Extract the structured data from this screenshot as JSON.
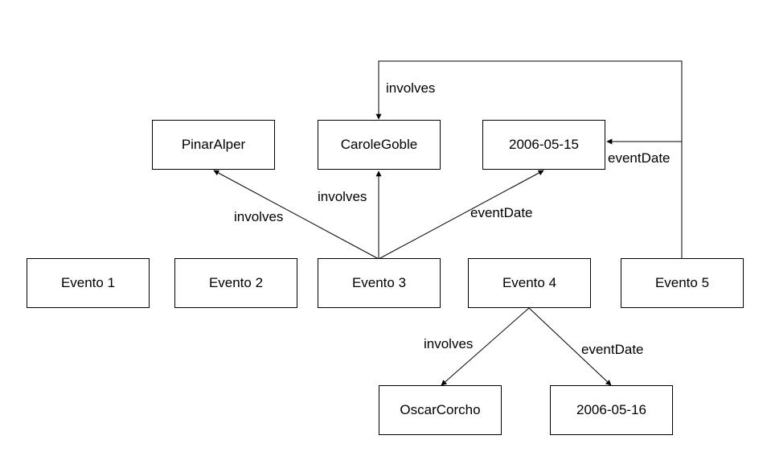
{
  "nodes": {
    "pinar": "PinarAlper",
    "carole": "CaroleGoble",
    "date1": "2006-05-15",
    "evento1": "Evento 1",
    "evento2": "Evento 2",
    "evento3": "Evento 3",
    "evento4": "Evento 4",
    "evento5": "Evento 5",
    "oscar": "OscarCorcho",
    "date2": "2006-05-16"
  },
  "edge_labels": {
    "e5_carole": "involves",
    "e5_date1": "eventDate",
    "e3_carole": "involves",
    "e3_pinar": "involves",
    "e3_date1": "eventDate",
    "e4_oscar": "involves",
    "e4_date2": "eventDate"
  },
  "colors": {
    "stroke": "#000000",
    "background": "#ffffff"
  }
}
